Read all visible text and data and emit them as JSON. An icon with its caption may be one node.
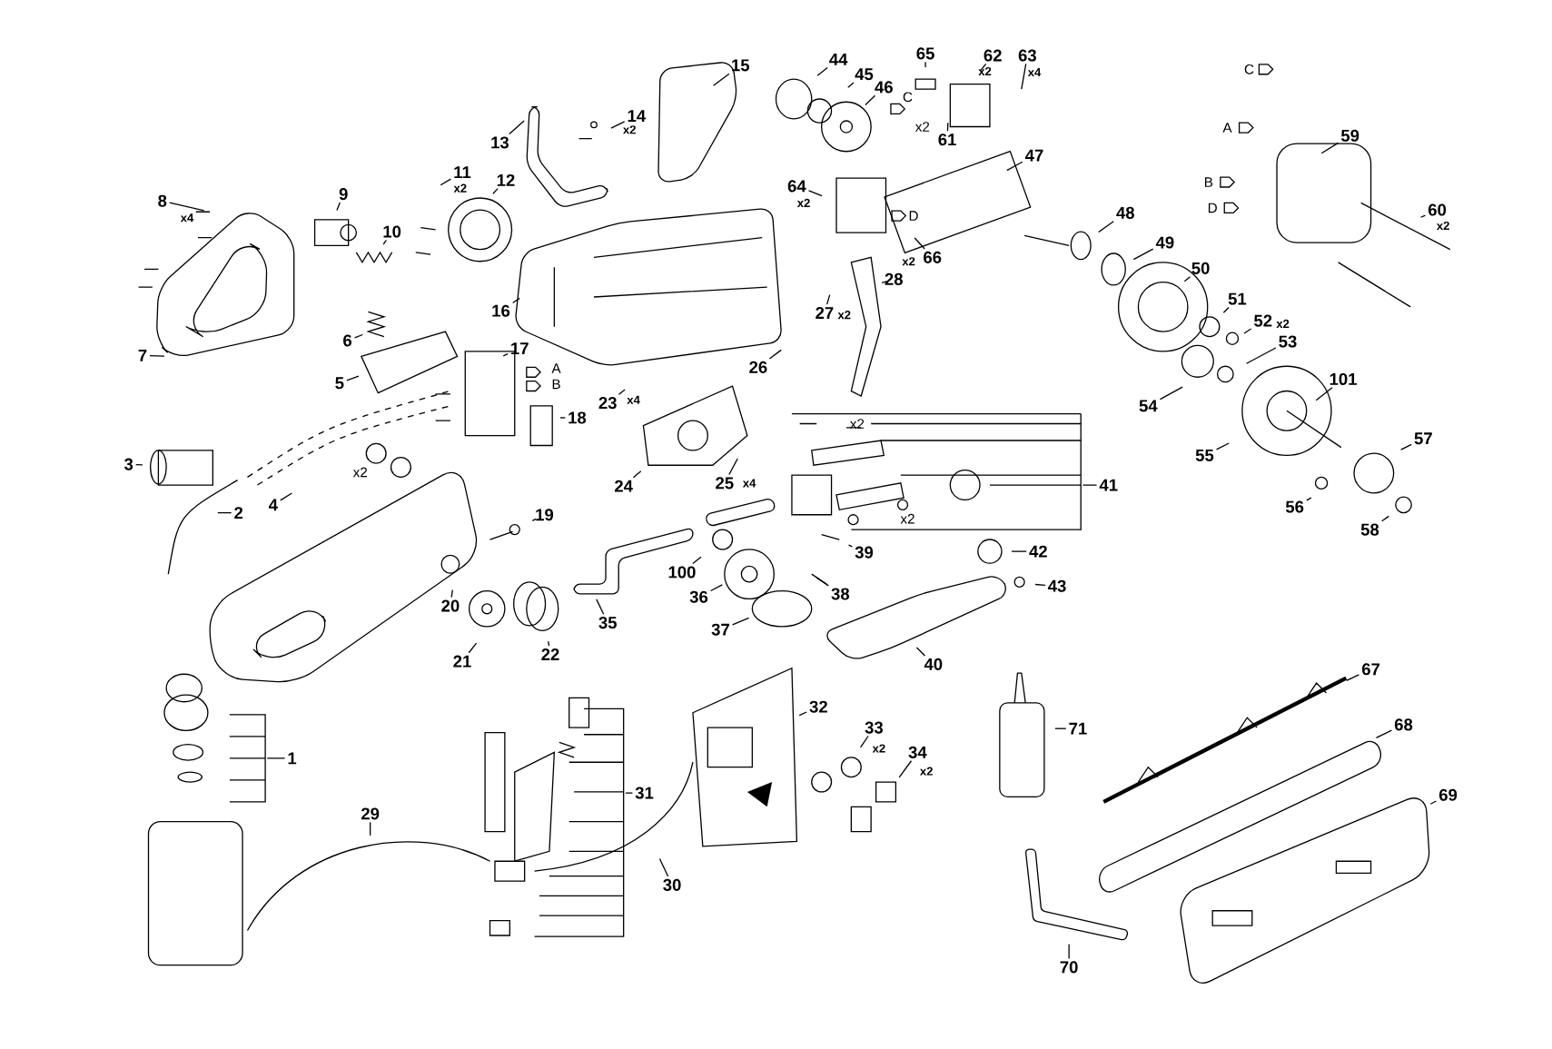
{
  "diagram": {
    "nodes": [
      {
        "text": [
          "1"
        ]
      },
      {
        "text": [
          "2"
        ]
      },
      {
        "text": [
          "3"
        ]
      },
      {
        "text": [
          "4"
        ]
      },
      {
        "text": [
          "5"
        ]
      },
      {
        "text": [
          "6"
        ]
      },
      {
        "text": [
          "7"
        ]
      },
      {
        "text": [
          "8"
        ],
        "beside": [
          "x4"
        ]
      },
      {
        "text": [
          "9"
        ]
      },
      {
        "text": [
          "10"
        ]
      },
      {
        "text": [
          "11"
        ],
        "beside": [
          "x2"
        ]
      },
      {
        "text": [
          "12"
        ]
      },
      {
        "text": [
          "13"
        ]
      },
      {
        "text": [
          "14"
        ],
        "beside": [
          "x2"
        ]
      },
      {
        "text": [
          "15"
        ]
      },
      {
        "text": [
          "16"
        ]
      },
      {
        "text": [
          "17"
        ]
      },
      {
        "text": [
          "18"
        ]
      },
      {
        "text": [
          "19"
        ]
      },
      {
        "text": [
          "20"
        ]
      },
      {
        "text": [
          "21"
        ]
      },
      {
        "text": [
          "22"
        ]
      },
      {
        "text": [
          "23"
        ],
        "beside": [
          "x4"
        ]
      },
      {
        "text": [
          "24"
        ]
      },
      {
        "text": [
          "25"
        ],
        "beside": [
          "x4"
        ]
      },
      {
        "text": [
          "26"
        ]
      },
      {
        "text": [
          "27"
        ],
        "beside": [
          "x2"
        ]
      },
      {
        "text": [
          "28"
        ]
      },
      {
        "text": [
          "29"
        ]
      },
      {
        "text": [
          "30"
        ]
      },
      {
        "text": [
          "31"
        ]
      },
      {
        "text": [
          "32"
        ]
      },
      {
        "text": [
          "33"
        ],
        "beside": [
          "x2"
        ]
      },
      {
        "text": [
          "34"
        ],
        "beside": [
          "x2"
        ]
      },
      {
        "text": [
          "35"
        ]
      },
      {
        "text": [
          "36"
        ]
      },
      {
        "text": [
          "37"
        ]
      },
      {
        "text": [
          "38"
        ]
      },
      {
        "text": [
          "39"
        ]
      },
      {
        "text": [
          "40"
        ]
      },
      {
        "text": [
          "41"
        ]
      },
      {
        "text": [
          "42"
        ]
      },
      {
        "text": [
          "43"
        ]
      },
      {
        "text": [
          "44"
        ]
      },
      {
        "text": [
          "45"
        ]
      },
      {
        "text": [
          "46"
        ]
      },
      {
        "text": [
          "47"
        ]
      },
      {
        "text": [
          "48"
        ]
      },
      {
        "text": [
          "49"
        ]
      },
      {
        "text": [
          "50"
        ]
      },
      {
        "text": [
          "51"
        ]
      },
      {
        "text": [
          "52"
        ],
        "beside": [
          "x2"
        ]
      },
      {
        "text": [
          "53"
        ]
      },
      {
        "text": [
          "54"
        ]
      },
      {
        "text": [
          "55"
        ]
      },
      {
        "text": [
          "56"
        ]
      },
      {
        "text": [
          "57"
        ]
      },
      {
        "text": [
          "58"
        ]
      },
      {
        "text": [
          "59"
        ]
      },
      {
        "text": [
          "60"
        ],
        "beside": [
          "x2"
        ]
      },
      {
        "text": [
          "61"
        ]
      },
      {
        "text": [
          "62"
        ],
        "beside": [
          "x2"
        ]
      },
      {
        "text": [
          "63"
        ],
        "beside": [
          "x4"
        ]
      },
      {
        "text": [
          "64"
        ],
        "beside": [
          "x2"
        ]
      },
      {
        "text": [
          "65"
        ]
      },
      {
        "text": [
          "66"
        ],
        "beside": [
          "x2"
        ]
      },
      {
        "text": [
          "67"
        ]
      },
      {
        "text": [
          "68"
        ]
      },
      {
        "text": [
          "69"
        ]
      },
      {
        "text": [
          "70"
        ]
      },
      {
        "text": [
          "71"
        ]
      },
      {
        "text": [
          "100"
        ]
      },
      {
        "text": [
          "101"
        ]
      }
    ],
    "edges": [
      {
        "from": 0,
        "to": null,
        "arrow": "none"
      },
      {
        "from": 1,
        "to": null,
        "arrow": "none"
      },
      {
        "from": 2,
        "to": null,
        "arrow": "none"
      },
      {
        "from": 3,
        "to": null,
        "arrow": "none"
      },
      {
        "from": 4,
        "to": null,
        "arrow": "none"
      },
      {
        "from": 5,
        "to": null,
        "arrow": "none"
      },
      {
        "from": 6,
        "to": null,
        "arrow": "none"
      },
      {
        "from": 7,
        "to": null,
        "arrow": "none"
      },
      {
        "from": 8,
        "to": null,
        "arrow": "none"
      },
      {
        "from": 9,
        "to": null,
        "arrow": "none"
      },
      {
        "from": 10,
        "to": null,
        "arrow": "none"
      },
      {
        "from": 11,
        "to": null,
        "arrow": "none"
      },
      {
        "from": 12,
        "to": null,
        "arrow": "none"
      },
      {
        "from": 13,
        "to": null,
        "arrow": "none"
      },
      {
        "from": 14,
        "to": null,
        "arrow": "none"
      },
      {
        "from": 15,
        "to": null,
        "arrow": "none"
      },
      {
        "from": 16,
        "to": null,
        "arrow": "none"
      },
      {
        "from": 17,
        "to": null,
        "arrow": "none"
      },
      {
        "from": 18,
        "to": null,
        "arrow": "none"
      },
      {
        "from": 19,
        "to": null,
        "arrow": "none"
      },
      {
        "from": 20,
        "to": null,
        "arrow": "none"
      },
      {
        "from": 21,
        "to": null,
        "arrow": "none"
      },
      {
        "from": 22,
        "to": null,
        "arrow": "none"
      },
      {
        "from": 23,
        "to": null,
        "arrow": "none"
      },
      {
        "from": 24,
        "to": null,
        "arrow": "none"
      },
      {
        "from": 25,
        "to": null,
        "arrow": "none"
      },
      {
        "from": 26,
        "to": null,
        "arrow": "none"
      },
      {
        "from": 27,
        "to": null,
        "arrow": "none"
      },
      {
        "from": 28,
        "to": null,
        "arrow": "none"
      },
      {
        "from": 29,
        "to": null,
        "arrow": "none"
      },
      {
        "from": 30,
        "to": null,
        "arrow": "none"
      },
      {
        "from": 31,
        "to": null,
        "arrow": "none"
      },
      {
        "from": 32,
        "to": null,
        "arrow": "none"
      },
      {
        "from": 33,
        "to": null,
        "arrow": "none"
      },
      {
        "from": 34,
        "to": null,
        "arrow": "none"
      },
      {
        "from": 35,
        "to": null,
        "arrow": "none"
      },
      {
        "from": 36,
        "to": null,
        "arrow": "none"
      },
      {
        "from": 37,
        "to": null,
        "arrow": "none"
      },
      {
        "from": 38,
        "to": null,
        "arrow": "none"
      },
      {
        "from": 39,
        "to": null,
        "arrow": "none"
      },
      {
        "from": 40,
        "to": null,
        "arrow": "none"
      },
      {
        "from": 41,
        "to": null,
        "arrow": "none"
      },
      {
        "from": 42,
        "to": null,
        "arrow": "none"
      },
      {
        "from": 43,
        "to": null,
        "arrow": "none"
      },
      {
        "from": 44,
        "to": null,
        "arrow": "none"
      },
      {
        "from": 45,
        "to": null,
        "arrow": "none"
      },
      {
        "from": 46,
        "to": null,
        "arrow": "none"
      },
      {
        "from": 47,
        "to": null,
        "arrow": "none"
      },
      {
        "from": 48,
        "to": null,
        "arrow": "none"
      },
      {
        "from": 49,
        "to": null,
        "arrow": "none"
      },
      {
        "from": 50,
        "to": null,
        "arrow": "none"
      },
      {
        "from": 51,
        "to": null,
        "arrow": "none"
      },
      {
        "from": 52,
        "to": null,
        "arrow": "none"
      },
      {
        "from": 53,
        "to": null,
        "arrow": "none"
      },
      {
        "from": 54,
        "to": null,
        "arrow": "none"
      },
      {
        "from": 55,
        "to": null,
        "arrow": "none"
      },
      {
        "from": 56,
        "to": null,
        "arrow": "none"
      },
      {
        "from": 57,
        "to": null,
        "arrow": "none"
      },
      {
        "from": 58,
        "to": null,
        "arrow": "none"
      },
      {
        "from": 59,
        "to": null,
        "arrow": "none"
      },
      {
        "from": 60,
        "to": null,
        "arrow": "none"
      },
      {
        "from": 61,
        "to": null,
        "arrow": "none"
      },
      {
        "from": 62,
        "to": null,
        "arrow": "none"
      },
      {
        "from": 63,
        "to": null,
        "arrow": "none"
      },
      {
        "from": 64,
        "to": null,
        "arrow": "none"
      },
      {
        "from": 65,
        "to": null,
        "arrow": "none"
      },
      {
        "from": 66,
        "to": null,
        "arrow": "none"
      },
      {
        "from": 67,
        "to": null,
        "arrow": "none"
      },
      {
        "from": 68,
        "to": null,
        "arrow": "none"
      },
      {
        "from": 69,
        "to": null,
        "arrow": "none"
      },
      {
        "from": 70,
        "to": null,
        "arrow": "none"
      },
      {
        "from": 71,
        "to": null,
        "arrow": "none"
      },
      {
        "from": 72,
        "to": null,
        "arrow": "none"
      }
    ],
    "labels": [
      "C",
      "C",
      "x2",
      "A",
      "B",
      "D",
      "D",
      "A",
      "B",
      "x2",
      "x2",
      "x2"
    ]
  }
}
